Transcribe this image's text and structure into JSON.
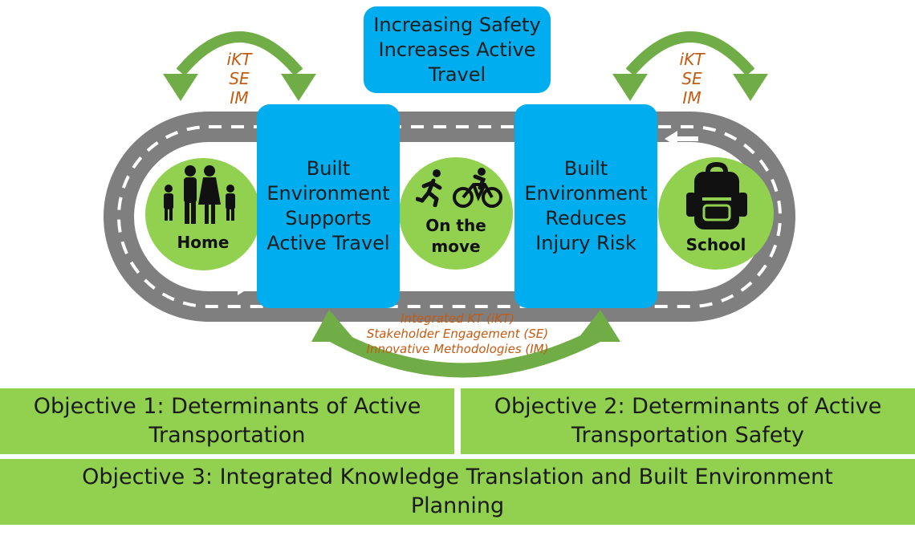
{
  "boxes": {
    "top": "Increasing Safety\nIncreases Active\nTravel",
    "left": "Built\nEnvironment\nSupports\nActive Travel",
    "right": "Built\nEnvironment\nReduces\nInjury Risk"
  },
  "circles": {
    "home": "Home",
    "move": "On the\nmove",
    "school": "School"
  },
  "loop_labels": {
    "left": [
      "iKT",
      "SE",
      "IM"
    ],
    "right": [
      "iKT",
      "SE",
      "IM"
    ]
  },
  "legend": [
    "Integrated KT (iKT)",
    "Stakeholder Engagement (SE)",
    "Innovative Methodologies (IM)"
  ],
  "objectives": {
    "obj1": "Objective 1: Determinants of Active\nTransportation",
    "obj2": "Objective 2: Determinants of Active\nTransportation Safety",
    "obj3": "Objective 3: Integrated Knowledge Translation and Built Environment\nPlanning"
  },
  "colors": {
    "road": "#7f7f7f",
    "box_blue": "#00aeef",
    "green": "#92d050",
    "arrow_green": "#70ad47",
    "text_orange": "#c55a11"
  },
  "icons": [
    "family-icon",
    "runner-icon",
    "cyclist-icon",
    "backpack-icon",
    "road-arrow-icon"
  ]
}
